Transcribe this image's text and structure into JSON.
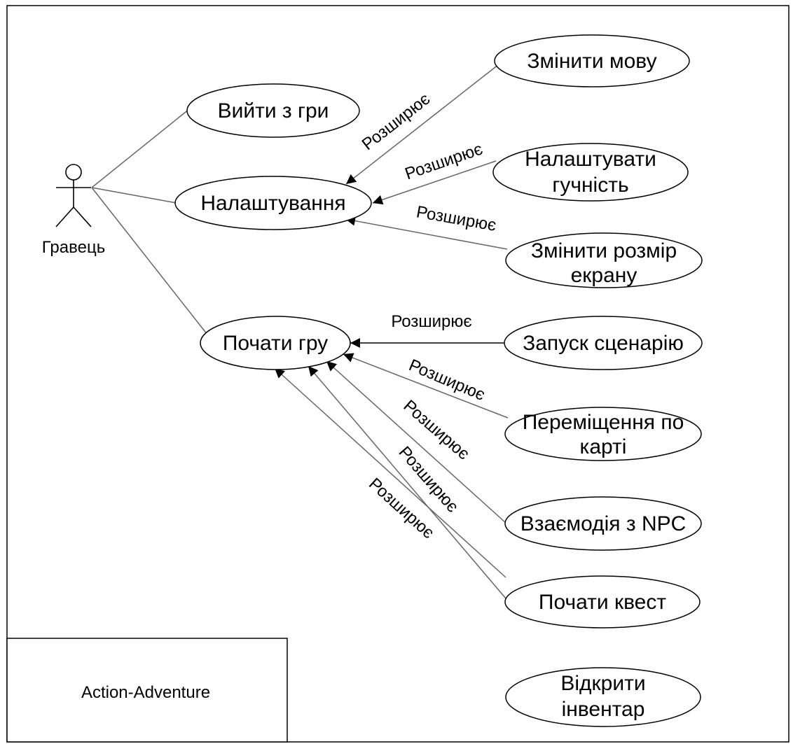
{
  "actor": {
    "name": "Гравець"
  },
  "system": {
    "name": "Action-Adventure"
  },
  "use_cases": {
    "exit_game": {
      "lines": [
        "Вийти з гри"
      ]
    },
    "settings": {
      "lines": [
        "Налаштування"
      ]
    },
    "start_game": {
      "lines": [
        "Почати гру"
      ]
    },
    "change_language": {
      "lines": [
        "Змінити мову"
      ]
    },
    "adjust_volume": {
      "lines": [
        "Налаштувати",
        "гучність"
      ]
    },
    "change_screen_size": {
      "lines": [
        "Змінити розмір",
        "екрану"
      ]
    },
    "launch_scenario": {
      "lines": [
        "Запуск сценарію"
      ]
    },
    "map_movement": {
      "lines": [
        "Переміщення по",
        "карті"
      ]
    },
    "npc_interaction": {
      "lines": [
        "Взаємодія з NPC"
      ]
    },
    "start_quest": {
      "lines": [
        "Почати квест"
      ]
    },
    "open_inventory": {
      "lines": [
        "Відкрити",
        "інвентар"
      ]
    }
  },
  "relations": {
    "extend_label": "Розширює"
  },
  "colors": {
    "line": "#000000",
    "association": "#666666",
    "background": "#ffffff"
  }
}
